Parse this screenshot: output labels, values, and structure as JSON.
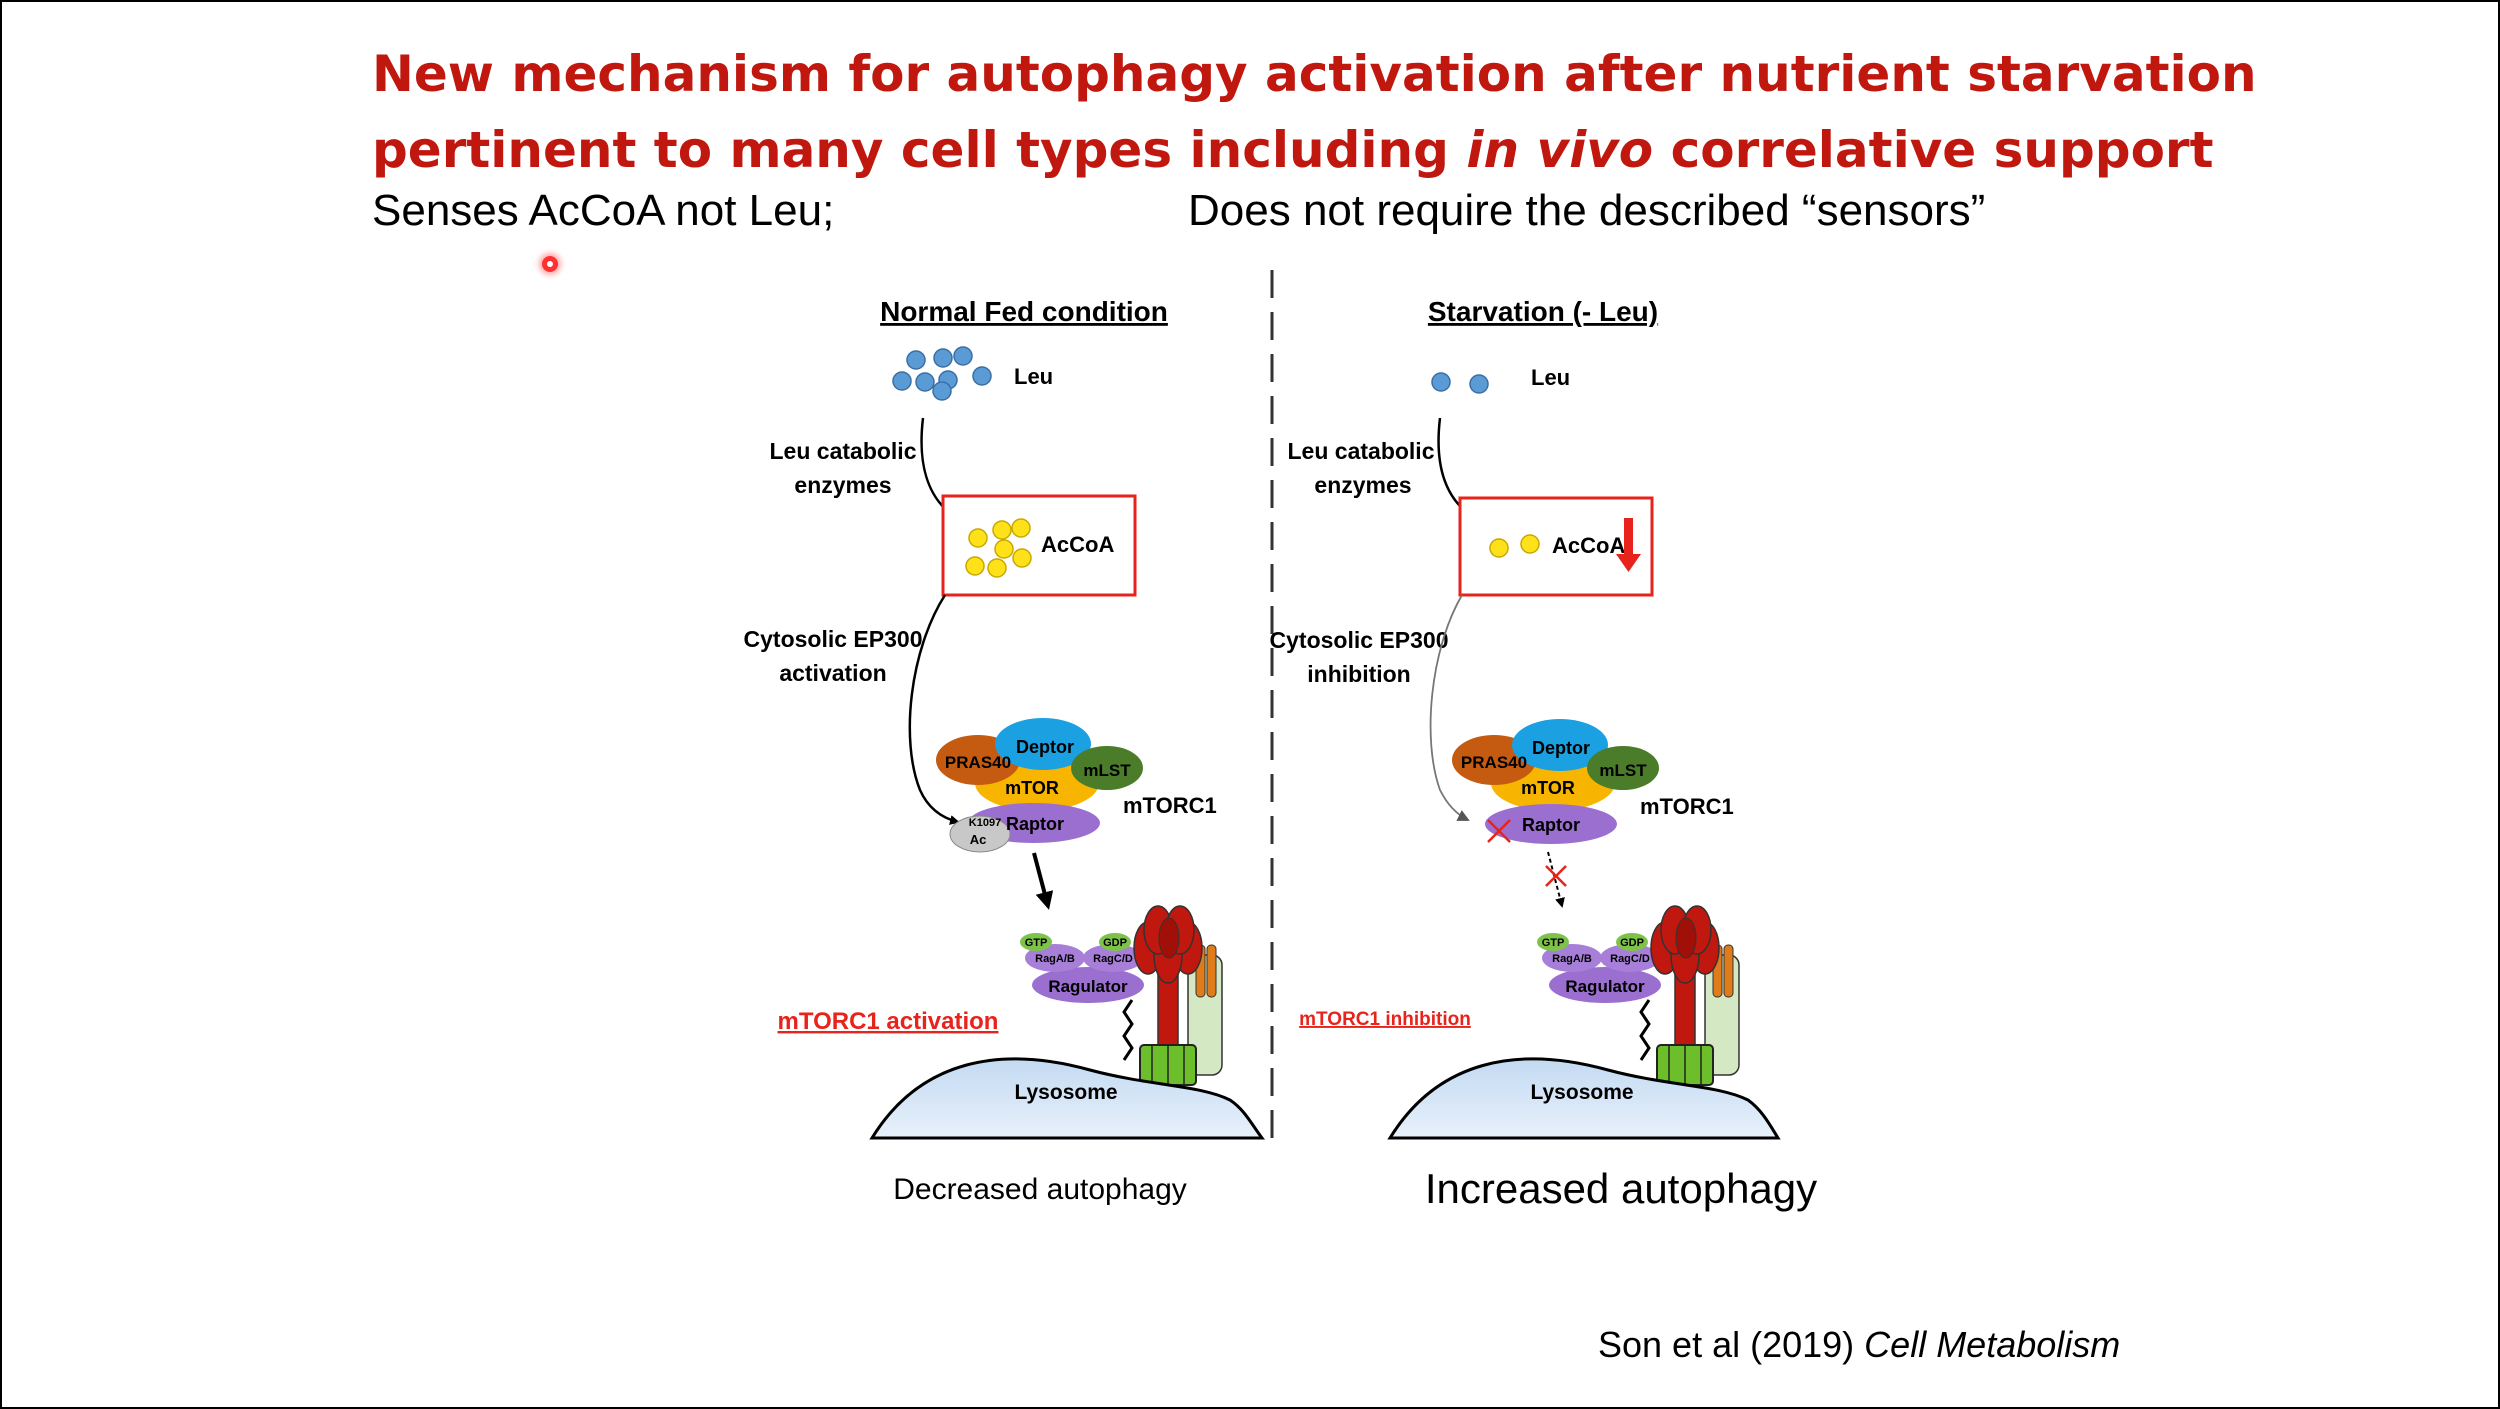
{
  "title": {
    "line1": "New mechanism for autophagy activation after nutrient starvation",
    "line2_pre": "pertinent to many cell types including ",
    "line2_em": "in vivo",
    "line2_post": " correlative support"
  },
  "subtitle_left": "Senses AcCoA not Leu;",
  "subtitle_right": "Does not require the described “sensors”",
  "citation": {
    "authors": "Son et al (2019) ",
    "journal": "Cell Metabolism"
  },
  "colors": {
    "title_red": "#c0170f",
    "accent_red": "#e8231b",
    "leu_blue": "#5b9bd5",
    "accoa_yellow": "#ffe11a",
    "lysosome_blue": "#cfe2f5"
  },
  "left_panel": {
    "heading": "Normal Fed condition",
    "leu": "Leu",
    "enzymes_line1": "Leu catabolic",
    "enzymes_line2": "enzymes",
    "accoa": "AcCoA",
    "ep300_line1": "Cytosolic EP300",
    "ep300_line2": "activation",
    "complex": {
      "pras40": "PRAS40",
      "deptor": "Deptor",
      "mtor": "mTOR",
      "mlst": "mLST",
      "raptor": "Raptor",
      "ac_top": "K1097",
      "ac_bottom": "Ac",
      "name": "mTORC1"
    },
    "gtp": "GTP",
    "gdp": "GDP",
    "ragab": "RagA/B",
    "ragcd": "RagC/D",
    "ragulator": "Ragulator",
    "status": "mTORC1 activation",
    "lysosome": "Lysosome",
    "outcome": "Decreased autophagy"
  },
  "right_panel": {
    "heading": "Starvation (- Leu)",
    "leu": "Leu",
    "enzymes_line1": "Leu catabolic",
    "enzymes_line2": "enzymes",
    "accoa": "AcCoA",
    "ep300_line1": "Cytosolic EP300",
    "ep300_line2": "inhibition",
    "complex": {
      "pras40": "PRAS40",
      "deptor": "Deptor",
      "mtor": "mTOR",
      "mlst": "mLST",
      "raptor": "Raptor",
      "name": "mTORC1"
    },
    "gtp": "GTP",
    "gdp": "GDP",
    "ragab": "RagA/B",
    "ragcd": "RagC/D",
    "ragulator": "Ragulator",
    "status": "mTORC1 inhibition",
    "lysosome": "Lysosome",
    "outcome": "Increased autophagy"
  }
}
